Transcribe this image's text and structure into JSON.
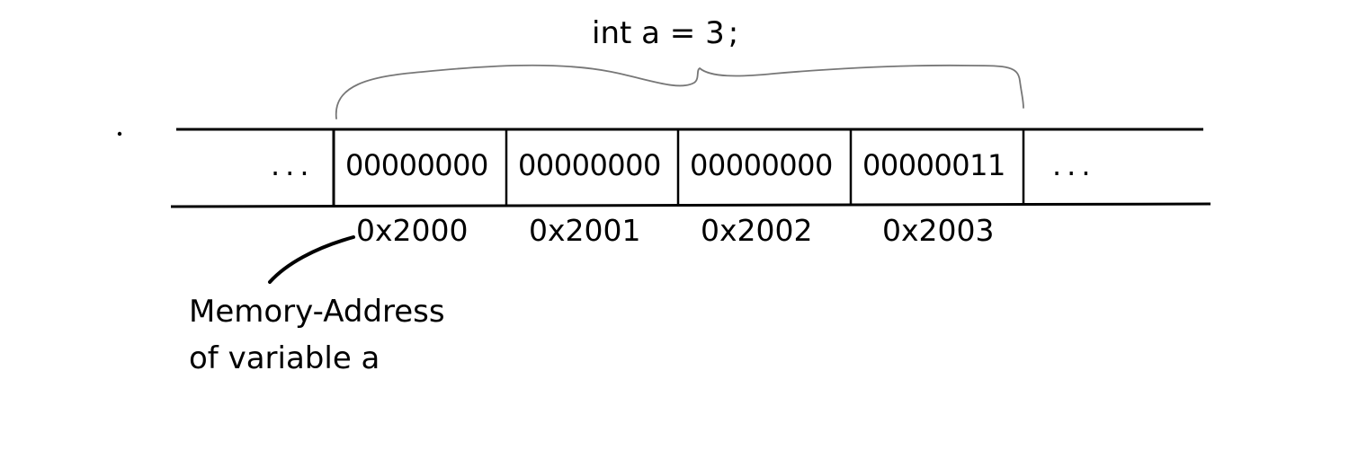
{
  "diagram": {
    "code_prefix": "int a = ",
    "code_value": "3",
    "code_suffix": ";",
    "left_ellipsis": "...",
    "right_ellipsis": "...",
    "cells": [
      {
        "bits": "00000000",
        "address": "0x2000"
      },
      {
        "bits": "00000000",
        "address": "0x2001"
      },
      {
        "bits": "00000000",
        "address": "0x2002"
      },
      {
        "bits": "00000011",
        "address": "0x2003"
      }
    ],
    "caption_line1": "Memory-Address",
    "caption_line2": "of variable a"
  },
  "colors": {
    "ink": "#000000",
    "background": "#ffffff"
  }
}
